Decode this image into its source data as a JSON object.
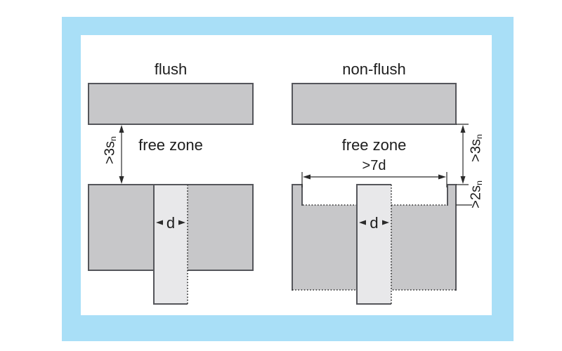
{
  "colors": {
    "frame_blue": "#a9dff7",
    "block_fill": "#c7c7c9",
    "block_border": "#55565b",
    "sensor_fill": "#e8e8ea",
    "dim_line": "#2b2b2b",
    "text": "#1d1d1d"
  },
  "left_diagram": {
    "title": "flush",
    "free_zone_label": "free zone",
    "gap_dimension": {
      "text": ">3s",
      "sub": "n"
    },
    "diameter_label": "d"
  },
  "right_diagram": {
    "title": "non-flush",
    "free_zone_label": "free zone",
    "clearance_dimension": ">7d",
    "gap_dimension": {
      "text": ">3s",
      "sub": "n"
    },
    "recess_dimension": {
      "text": ">2s",
      "sub": "n"
    },
    "diameter_label": "d"
  }
}
